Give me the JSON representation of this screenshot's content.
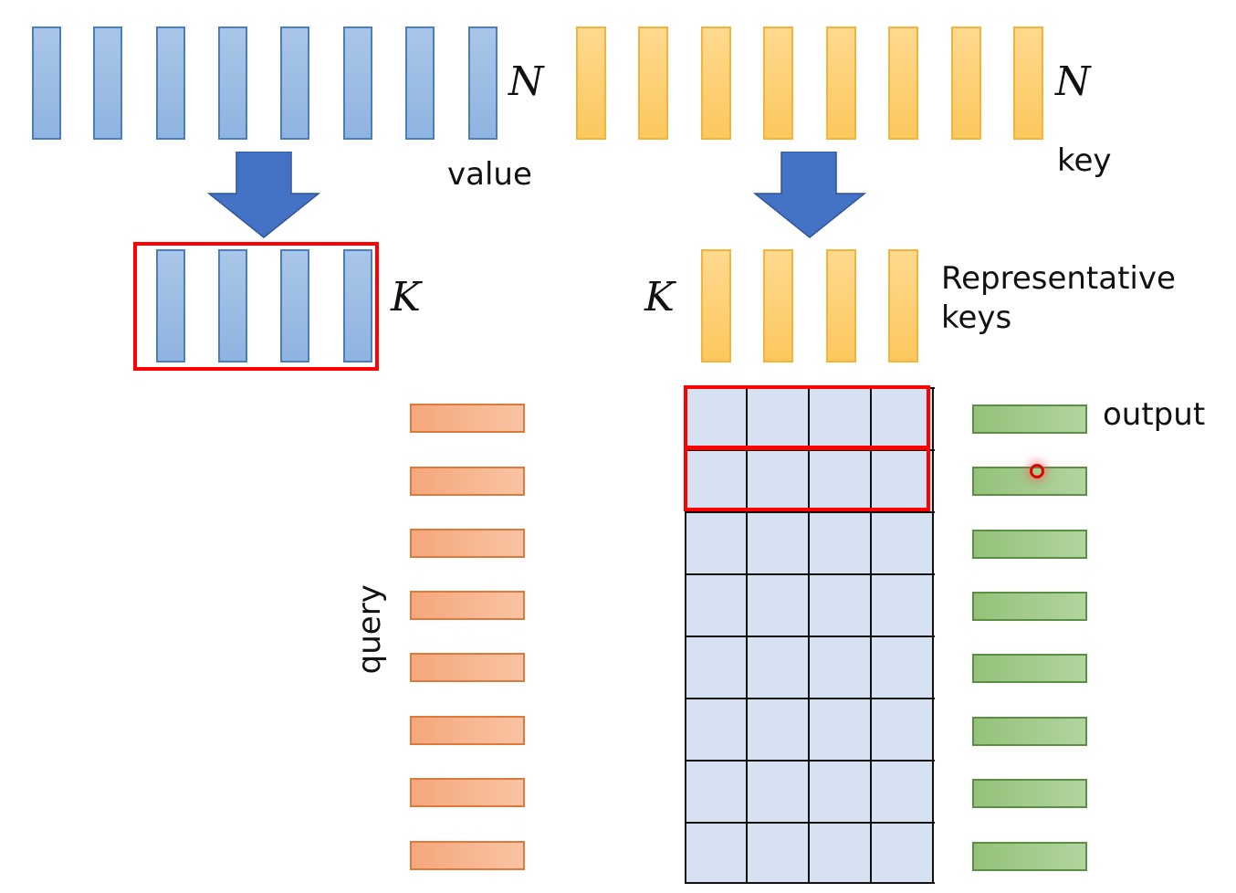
{
  "value_section": {
    "n_label": "N",
    "name_label": "value",
    "count_n": 8,
    "k_label": "K",
    "count_k": 4,
    "color": "#8fb4e0",
    "highlight_color": "#ff0000"
  },
  "key_section": {
    "n_label": "N",
    "name_label": "key",
    "count_n": 8,
    "k_label": "K",
    "count_k": 4,
    "representative_label_line1": "Representative",
    "representative_label_line2": "keys",
    "color": "#fcc85e"
  },
  "query": {
    "label": "query",
    "count": 8,
    "color": "#f6a77c"
  },
  "attention_matrix": {
    "rows": 8,
    "cols": 4,
    "cell_color": "#d6e2f1",
    "highlighted_rows": [
      0,
      1
    ]
  },
  "output": {
    "label": "output",
    "count": 8,
    "color": "#94c27a"
  },
  "arrow_color": "#4472c4"
}
